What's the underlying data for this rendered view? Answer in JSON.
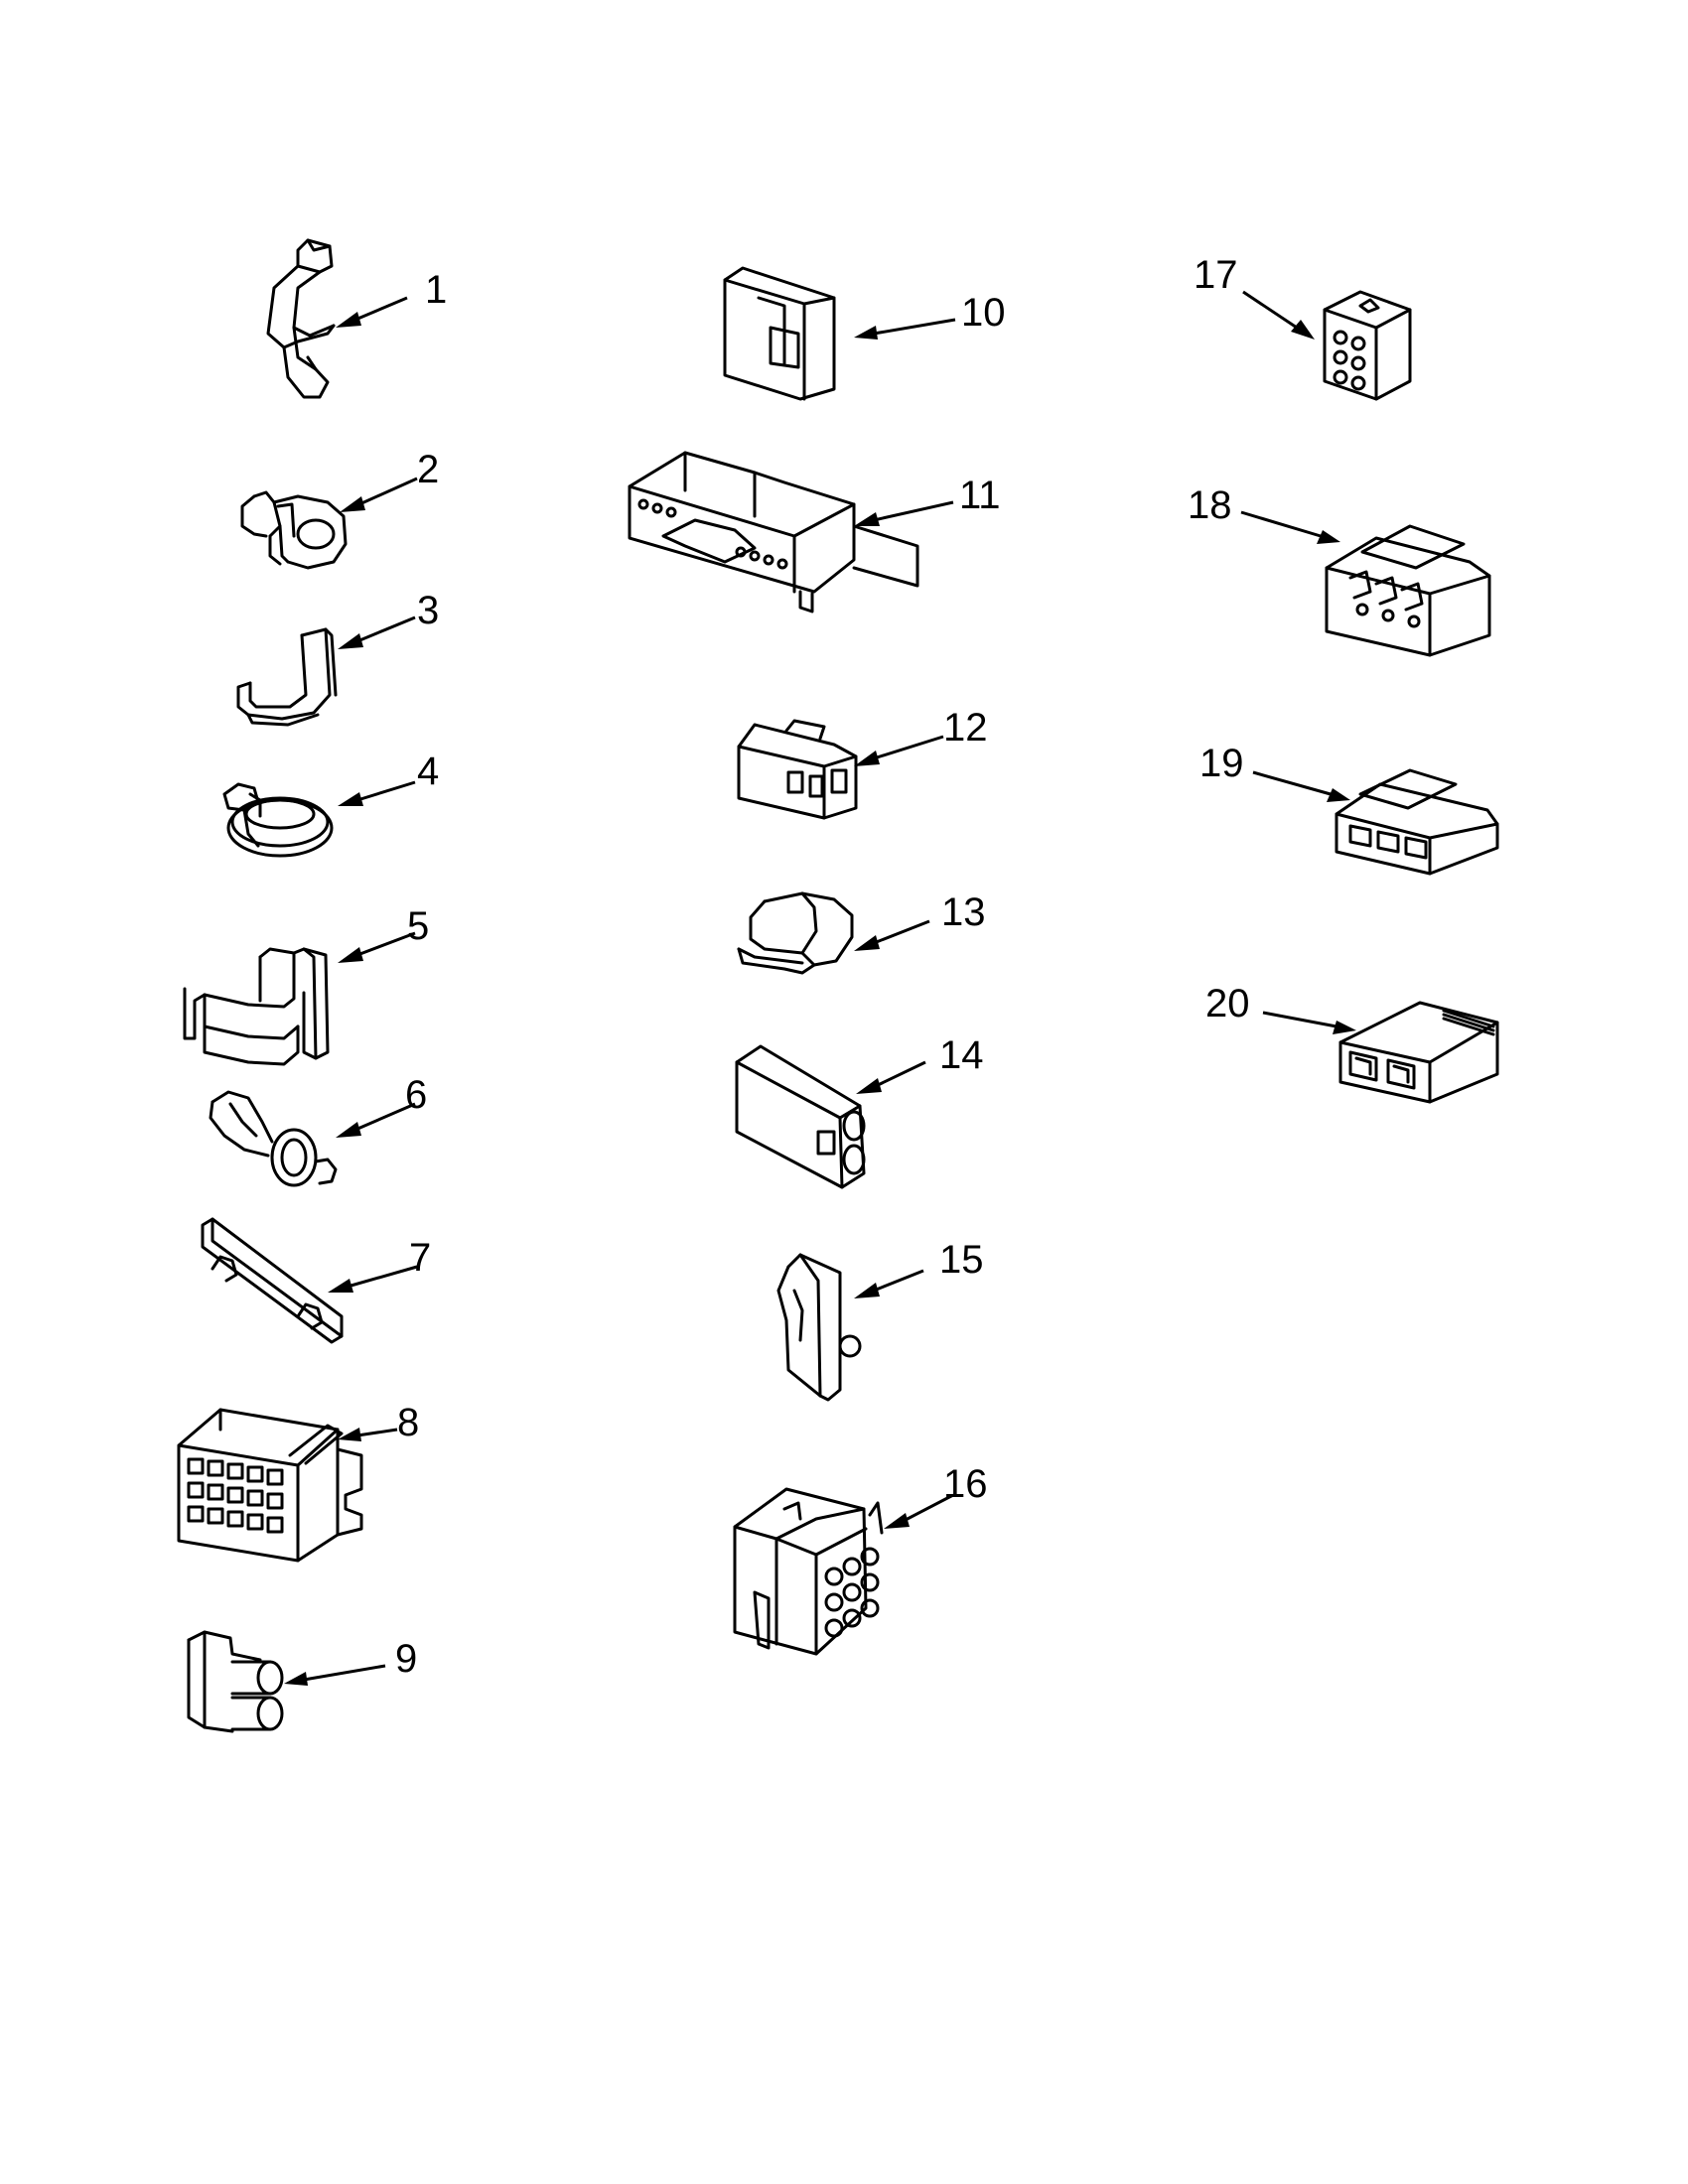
{
  "parts": [
    {
      "id": "p1",
      "number": "1"
    },
    {
      "id": "p2",
      "number": "2"
    },
    {
      "id": "p3",
      "number": "3"
    },
    {
      "id": "p4",
      "number": "4"
    },
    {
      "id": "p5",
      "number": "5"
    },
    {
      "id": "p6",
      "number": "6"
    },
    {
      "id": "p7",
      "number": "7"
    },
    {
      "id": "p8",
      "number": "8"
    },
    {
      "id": "p9",
      "number": "9"
    },
    {
      "id": "p10",
      "number": "10"
    },
    {
      "id": "p11",
      "number": "11"
    },
    {
      "id": "p12",
      "number": "12"
    },
    {
      "id": "p13",
      "number": "13"
    },
    {
      "id": "p14",
      "number": "14"
    },
    {
      "id": "p15",
      "number": "15"
    },
    {
      "id": "p16",
      "number": "16"
    },
    {
      "id": "p17",
      "number": "17"
    },
    {
      "id": "p18",
      "number": "18"
    },
    {
      "id": "p19",
      "number": "19"
    },
    {
      "id": "p20",
      "number": "20"
    }
  ]
}
